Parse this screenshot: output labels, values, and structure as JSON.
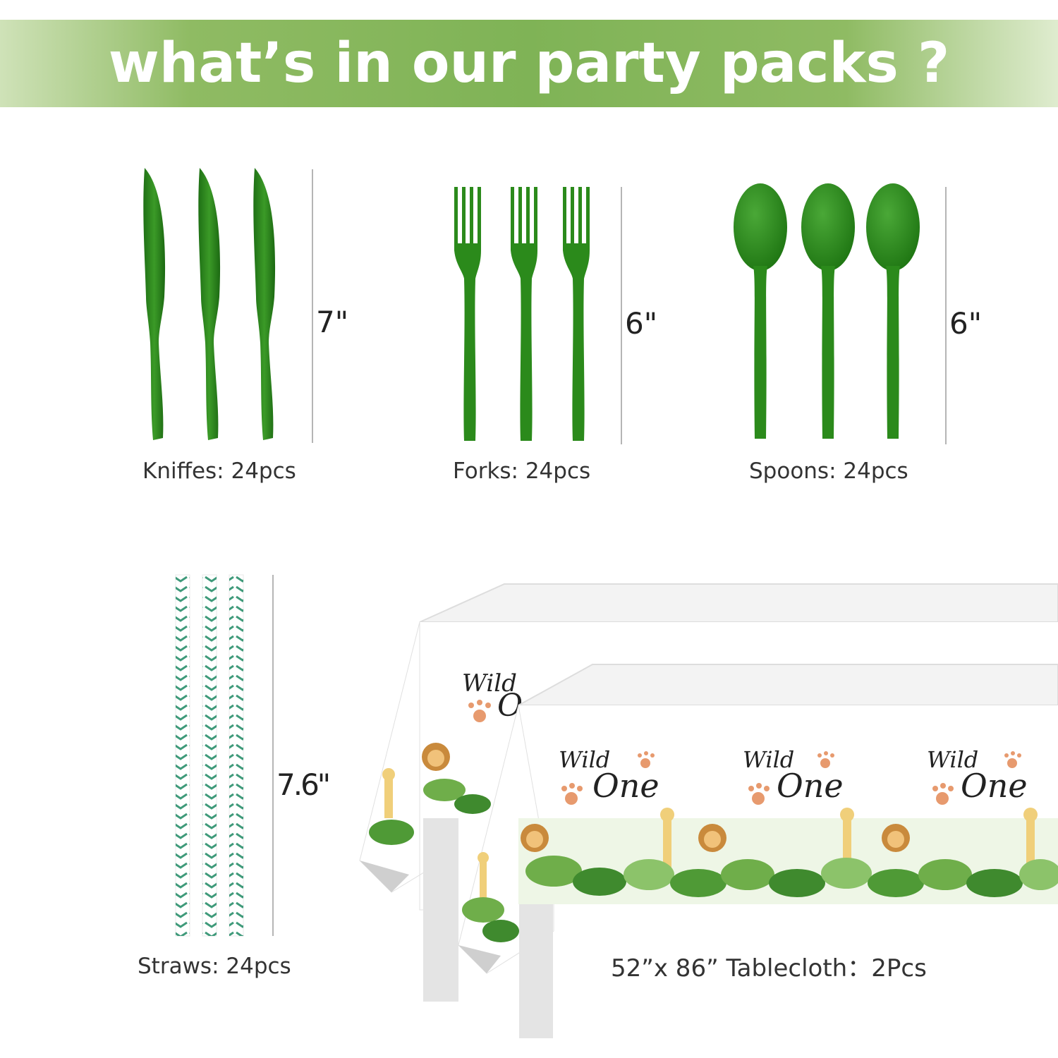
{
  "banner": {
    "title": "what’s in our party packs ?"
  },
  "items": {
    "knives": {
      "label": "Kniffes: 24pcs",
      "size": "7\""
    },
    "forks": {
      "label": "Forks: 24pcs",
      "size": "6\""
    },
    "spoons": {
      "label": "Spoons: 24pcs",
      "size": "6\""
    },
    "straws": {
      "label": "Straws: 24pcs",
      "size": "7.6\""
    },
    "tablecloth": {
      "label": "52”x 86” Tablecloth：2Pcs"
    }
  },
  "tablecloth_print": {
    "wild": "Wild",
    "one": "One"
  },
  "colors": {
    "banner": "#7fb356",
    "cutlery": "#2e8a1c",
    "straw": "#3f9a7a",
    "paw": "#e79a6e"
  },
  "icons": [
    "knife-icon",
    "fork-icon",
    "spoon-icon",
    "straw-icon",
    "tablecloth-image",
    "paw-print-icon",
    "lion-icon",
    "giraffe-icon",
    "leaf-icon"
  ]
}
